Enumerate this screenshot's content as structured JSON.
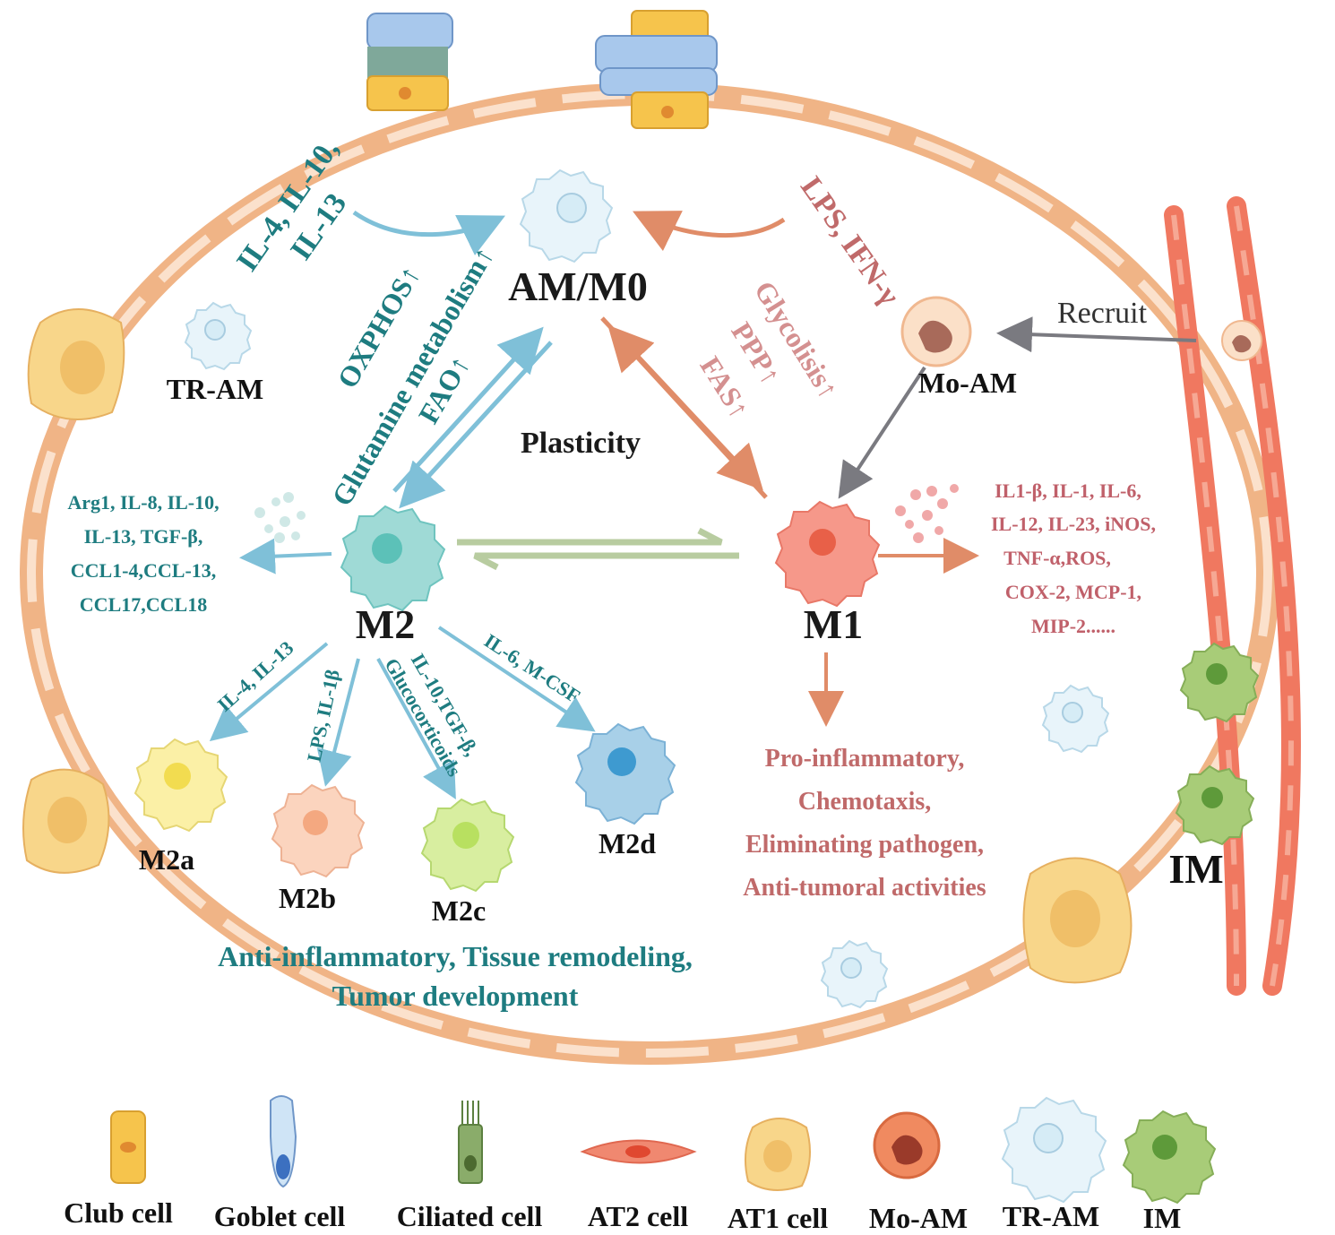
{
  "nodes": {
    "am_m0": "AM/M0",
    "m1": "M1",
    "m2": "M2",
    "m2a": "M2a",
    "m2b": "M2b",
    "m2c": "M2c",
    "m2d": "M2d",
    "tr_am": "TR-AM",
    "mo_am": "Mo-AM",
    "im": "IM",
    "plasticity": "Plasticity",
    "recruit": "Recruit"
  },
  "stimuli": {
    "m2_inducers": [
      "IL-4, IL-10,",
      "IL-13"
    ],
    "m1_inducers": "LPS, IFN-γ",
    "m2a_inducers": "IL-4, IL-13",
    "m2b_inducers": "LPS, IL-1β",
    "m2c_inducers": [
      "IL-10,TGF-β,",
      "Glucocorticoids"
    ],
    "m2d_inducers": "IL-6, M-CSF"
  },
  "metabolism": {
    "m2": [
      "OXPHOS↑",
      "Glutamine metabolism↑",
      "FAO↑"
    ],
    "m1": [
      "Glycolisis↑",
      "PPP↑",
      "FAS↑"
    ]
  },
  "secretions": {
    "m2": [
      "Arg1, IL-8, IL-10,",
      "IL-13, TGF-β,",
      "CCL1-4,CCL-13,",
      "CCL17,CCL18"
    ],
    "m1": [
      "IL1-β, IL-1, IL-6,",
      "IL-12, IL-23, iNOS,",
      "TNF-α,ROS,",
      "COX-2, MCP-1,",
      "MIP-2......"
    ]
  },
  "functions": {
    "m1": [
      "Pro-inflammatory,",
      "Chemotaxis,",
      "Eliminating pathogen,",
      "Anti-tumoral activities"
    ],
    "m2": [
      "Anti-inflammatory, Tissue remodeling,",
      "Tumor development"
    ]
  },
  "legend": [
    "Club cell",
    "Goblet cell",
    "Ciliated cell",
    "AT2 cell",
    "AT1 cell",
    "Mo-AM",
    "TR-AM",
    "IM"
  ],
  "colors": {
    "m2_teal": "#1e7c80",
    "m1_rose": "#c06a6a",
    "alveolar_wall": "#f0b486",
    "vessel": "#f07860",
    "arrow_blue": "#7fc0d8",
    "arrow_orange": "#e08c68",
    "arrow_green": "#b8cca0",
    "arrow_gray": "#7a7a80"
  }
}
